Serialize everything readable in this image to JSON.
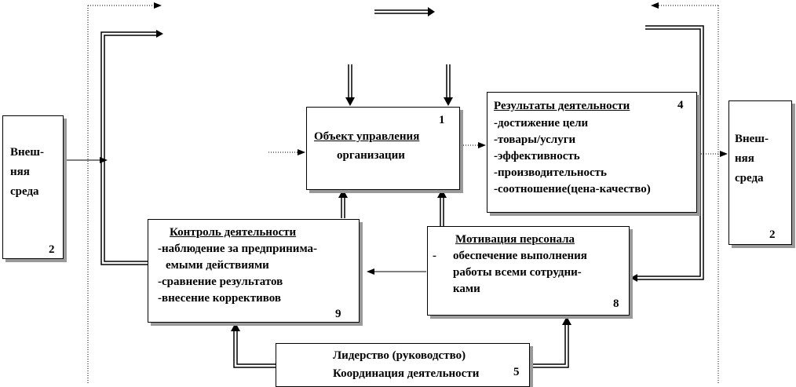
{
  "object": {
    "number": "1",
    "title_line1": "Объект управления",
    "title_line2": "организации"
  },
  "results": {
    "title": "Результаты  деятельности",
    "number": "4",
    "items": [
      "-достижение цели",
      "-товары/услуги",
      "-эффективность",
      "-производительность",
      "-соотношение(цена-качество)"
    ]
  },
  "env_left": {
    "line1": "Внеш-",
    "line2": "няя",
    "line3": "среда",
    "number": "2"
  },
  "env_right": {
    "line1": "Внеш-",
    "line2": "няя",
    "line3": "среда",
    "number": "2"
  },
  "control": {
    "title": "Контроль деятельности",
    "number": "9",
    "items": [
      "-наблюдение за предпринима-",
      "  емыми действиями",
      "-сравнение результатов",
      "-внесение коррективов"
    ]
  },
  "motivation": {
    "title": "Мотивация персонала",
    "number": "8",
    "dash": "-",
    "items": [
      "обеспечение выполнения",
      "работы всеми сотрудни-",
      "ками"
    ]
  },
  "leadership": {
    "line1": "Лидерство (руководство)",
    "line2": "Координация деятельности",
    "number": "5"
  }
}
